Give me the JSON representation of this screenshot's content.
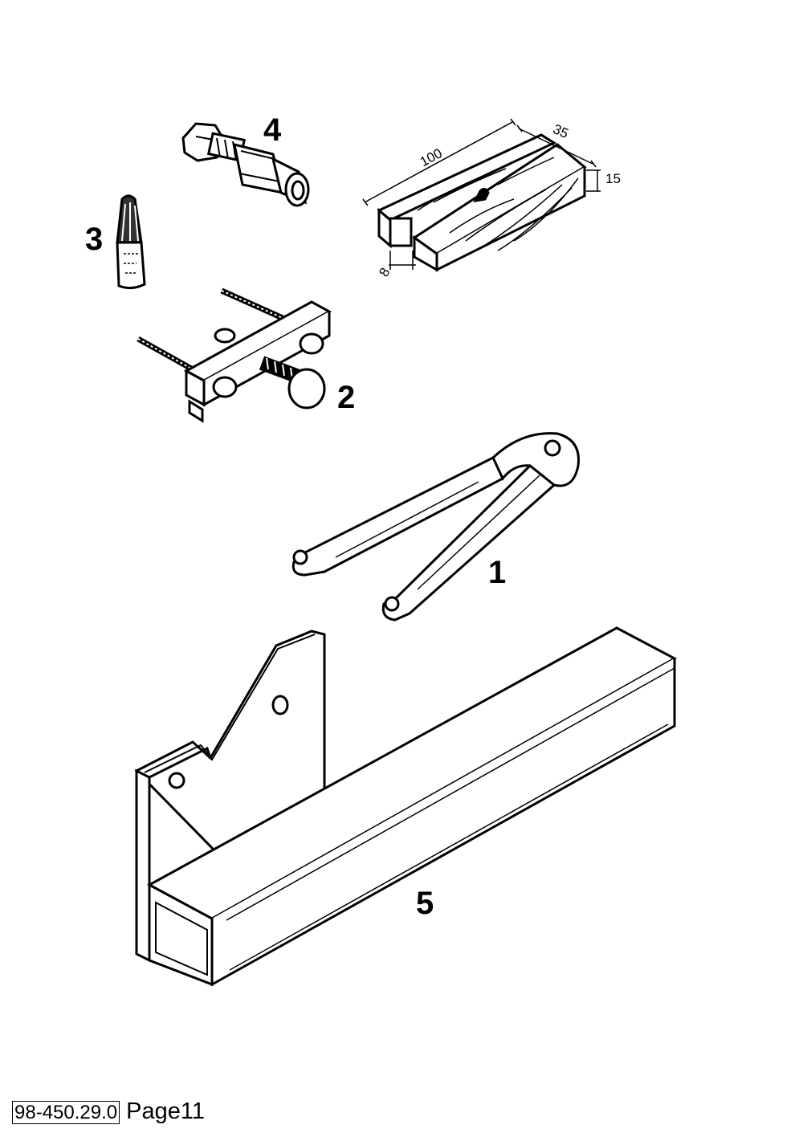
{
  "callouts": {
    "c1": "1",
    "c2": "2",
    "c3": "3",
    "c4": "4",
    "c5": "5"
  },
  "dimensions": {
    "length": "100",
    "width": "35",
    "height": "15",
    "slot": "8"
  },
  "footer": {
    "code": "98-450.29.0",
    "page": "Page11"
  }
}
